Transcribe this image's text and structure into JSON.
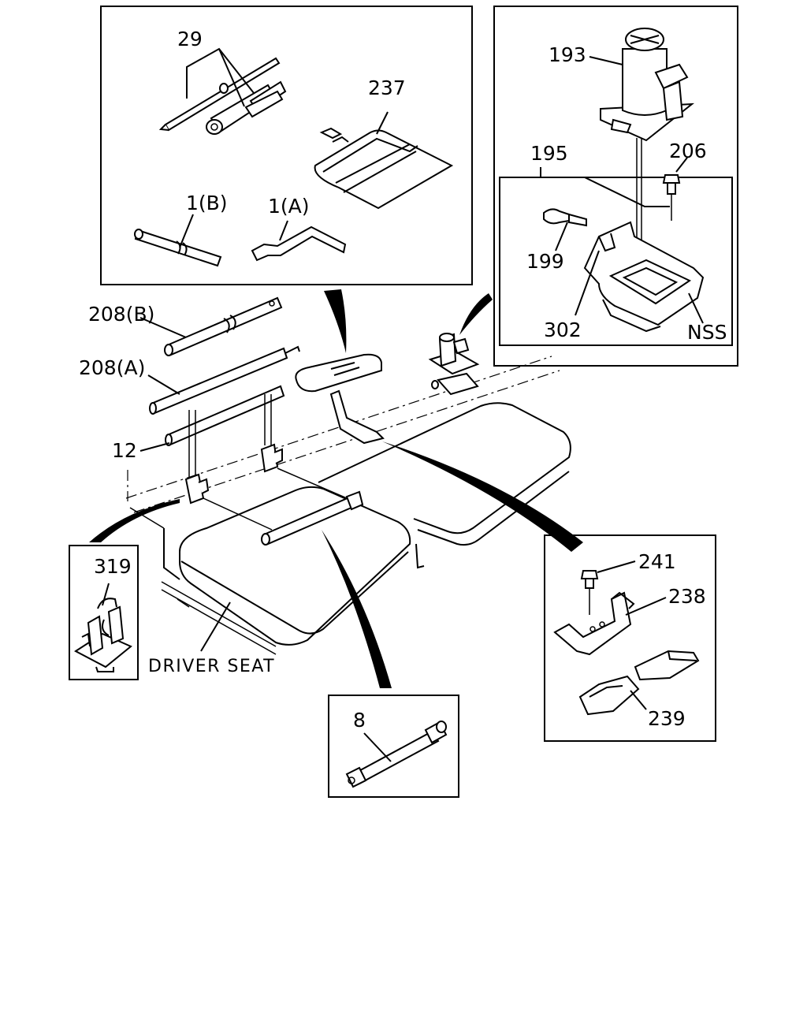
{
  "labels": {
    "l29": "29",
    "l237": "237",
    "l1b": "1(B)",
    "l1a": "1(A)",
    "l193": "193",
    "l195": "195",
    "l206": "206",
    "l199": "199",
    "l302": "302",
    "lnss": "NSS",
    "l208b": "208(B)",
    "l208a": "208(A)",
    "l12": "12",
    "l319": "319",
    "driver_seat": "DRIVER SEAT",
    "l241": "241",
    "l238": "238",
    "l239": "239",
    "l8": "8"
  }
}
